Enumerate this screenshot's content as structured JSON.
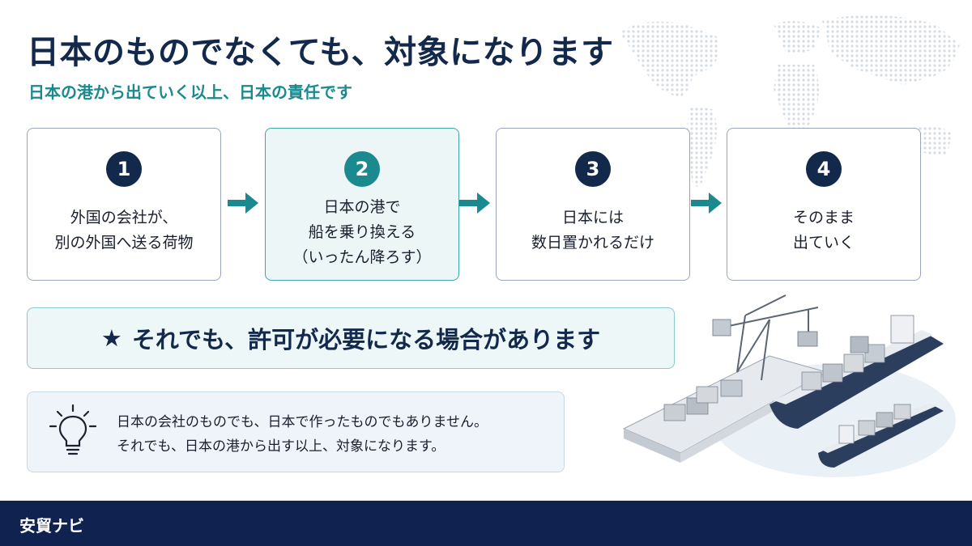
{
  "header": {
    "title": "日本のものでなくても、対象になります",
    "subtitle": "日本の港から出ていく以上、日本の責任です"
  },
  "steps": [
    {
      "number": "1",
      "lines": [
        "外国の会社が、",
        "別の外国へ送る荷物"
      ]
    },
    {
      "number": "2",
      "lines": [
        "日本の港で",
        "船を乗り換える",
        "（いったん降ろす）"
      ]
    },
    {
      "number": "3",
      "lines": [
        "日本には",
        "数日置かれるだけ"
      ]
    },
    {
      "number": "4",
      "lines": [
        "そのまま",
        "出ていく"
      ]
    }
  ],
  "notice": {
    "star": "★",
    "text": "それでも、許可が必要になる場合があります"
  },
  "tip": {
    "icon": "lightbulb-icon",
    "lines": [
      "日本の会社のものでも、日本で作ったものでもありません。",
      "それでも、日本の港から出す以上、対象になります。"
    ]
  },
  "footer": {
    "brand": "安貿ナビ"
  },
  "colors": {
    "navy": "#13294b",
    "teal": "#1a8a8e",
    "footer_bg": "#0f2250",
    "active_bg": "#edf6f7"
  }
}
